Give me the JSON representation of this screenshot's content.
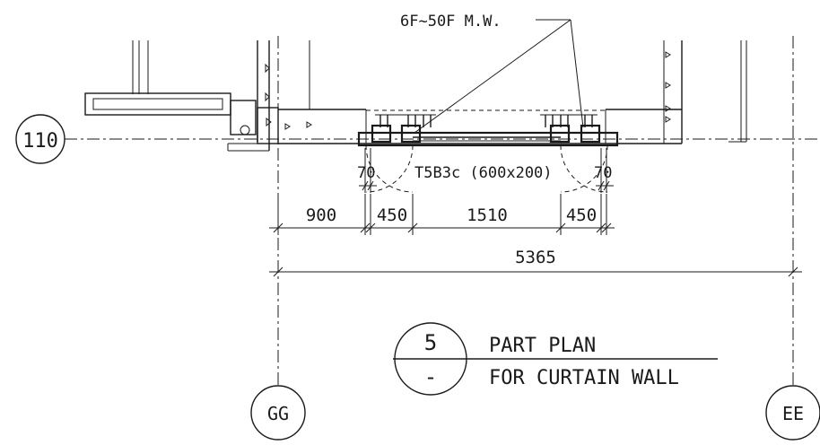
{
  "drawing": {
    "grid_labels": {
      "row": "110",
      "col_left": "GG",
      "col_right": "EE"
    },
    "callout": "6F~50F M.W.",
    "beam_label": "T5B3c (600x200)",
    "dimensions": {
      "gap_left": "70",
      "gap_right": "70",
      "seg_900": "900",
      "seg_450_left": "450",
      "seg_1510": "1510",
      "seg_450_right": "450",
      "overall": "5365"
    },
    "title_block": {
      "detail_number": "5",
      "sheet_ref": "-",
      "title_line1": "PART PLAN",
      "title_line2": "FOR CURTAIN WALL"
    },
    "colors": {
      "ink": "#1a1a1a",
      "paper": "#ffffff"
    }
  }
}
